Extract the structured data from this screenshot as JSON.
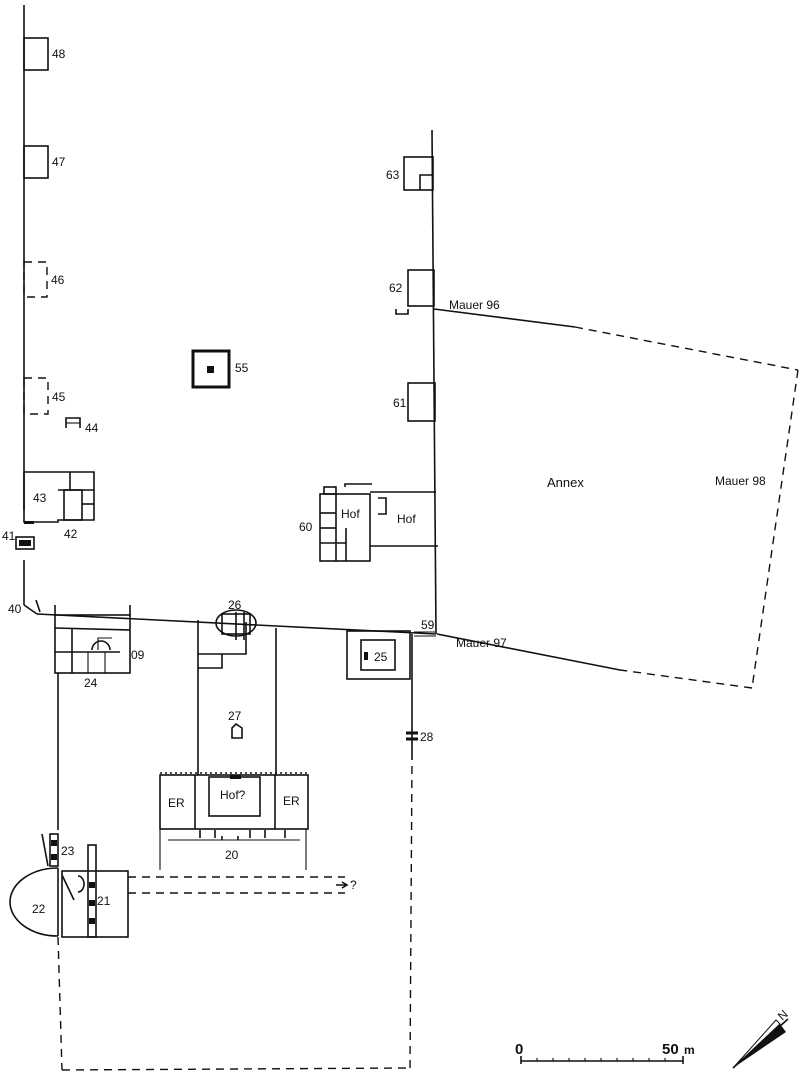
{
  "labels": {
    "b48": "48",
    "b47": "47",
    "b46": "46",
    "b45": "45",
    "b44": "44",
    "b43": "43",
    "b42": "42",
    "b41": "41",
    "b40": "40",
    "b09": "09",
    "b24": "24",
    "b26": "26",
    "b27": "27",
    "b25": "25",
    "b59": "59",
    "b28": "28",
    "b20": "20",
    "b23": "23",
    "b22": "22",
    "b21": "21",
    "b55": "55",
    "b60": "60",
    "b61": "61",
    "b62": "62",
    "b63": "63",
    "hof_60": "Hof",
    "hof_annex": "Hof",
    "hof_q": "Hof?",
    "er_left": "ER",
    "er_right": "ER",
    "annex": "Annex",
    "mauer96": "Mauer 96",
    "mauer97": "Mauer 97",
    "mauer98": "Mauer 98",
    "continues": "?"
  },
  "scale_bar": {
    "start_label": "0",
    "end_label": "50",
    "unit": "m"
  },
  "north_arrow": {
    "letter": "N"
  }
}
